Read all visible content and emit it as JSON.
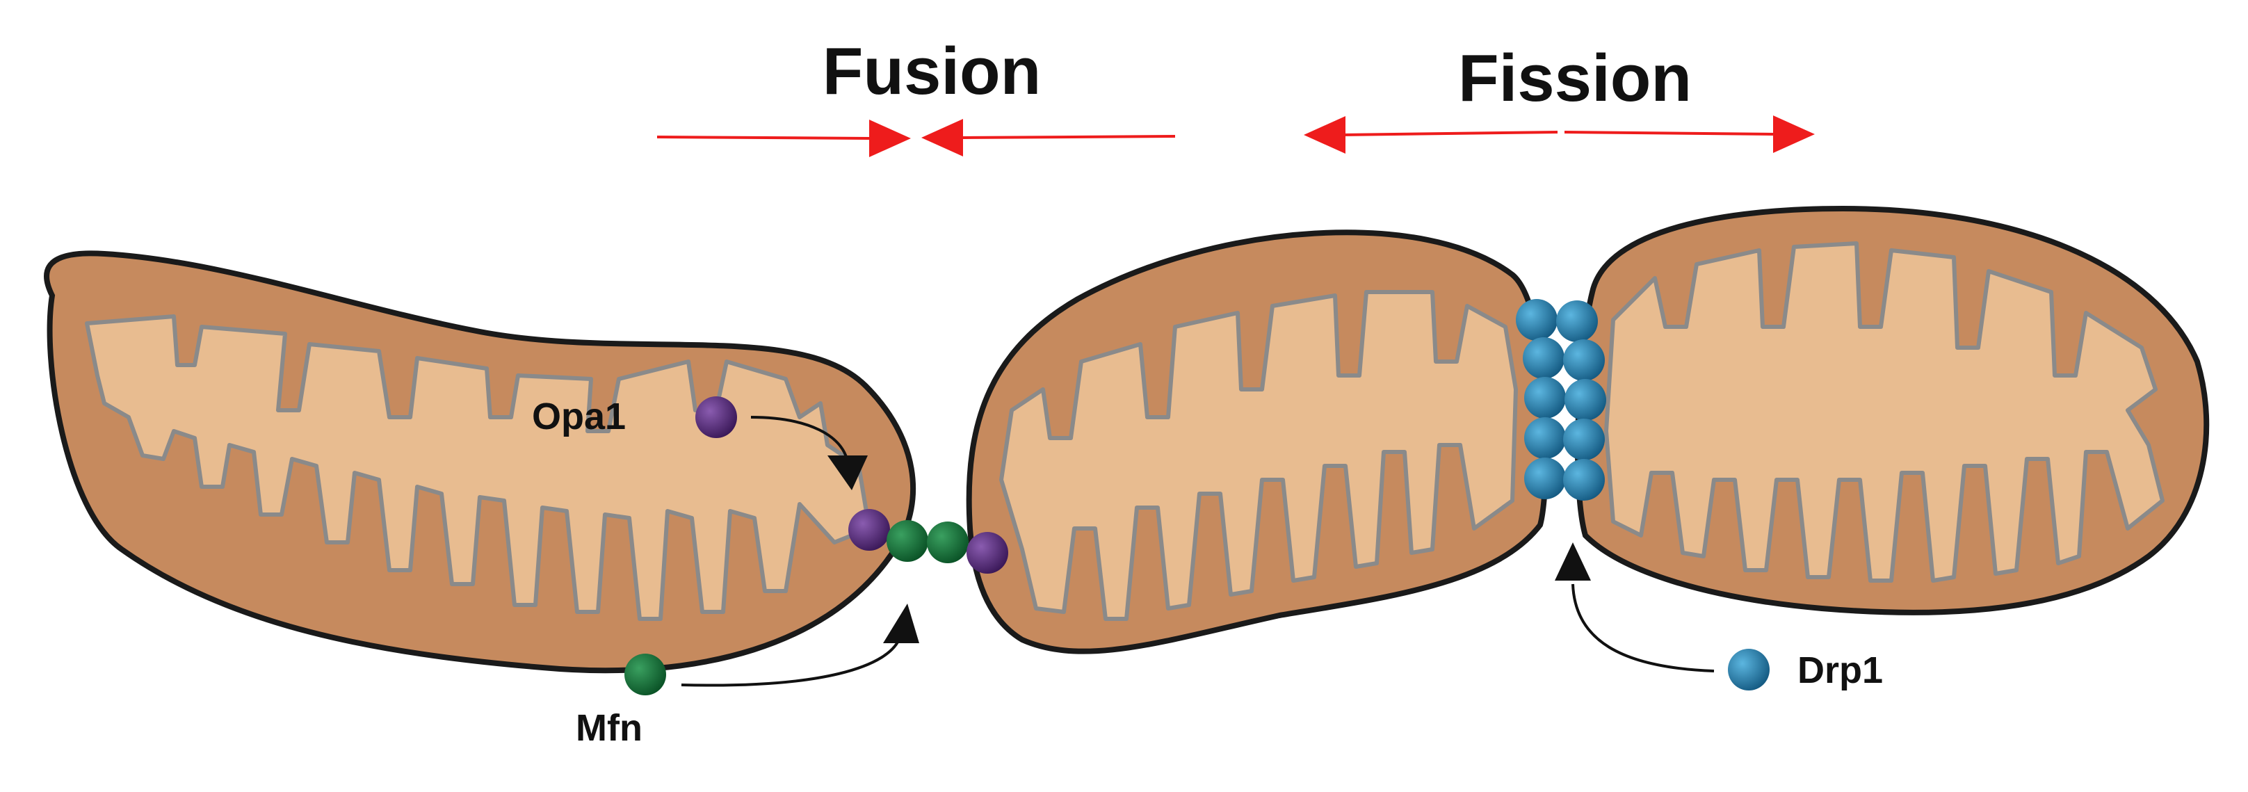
{
  "titles": {
    "fusion": "Fusion",
    "fission": "Fission"
  },
  "labels": {
    "opa1": "Opa1",
    "mfn": "Mfn",
    "drp1": "Drp1"
  },
  "colors": {
    "outer_membrane": "#c68a5e",
    "outline": "#1a1a1a",
    "matrix": "#e8bc90",
    "cristae_edge": "#8a8a8a",
    "direction_arrows": "#ee1c1c",
    "opa1": "#4b1f6e",
    "mfn": "#0f6b34",
    "drp1": "#1d6f9c",
    "pointer_arrows": "#111111"
  },
  "icons": {
    "fusion_arrows": "arrows-converging-icon",
    "fission_arrows": "arrows-diverging-icon",
    "pointer": "curved-arrow-icon"
  }
}
